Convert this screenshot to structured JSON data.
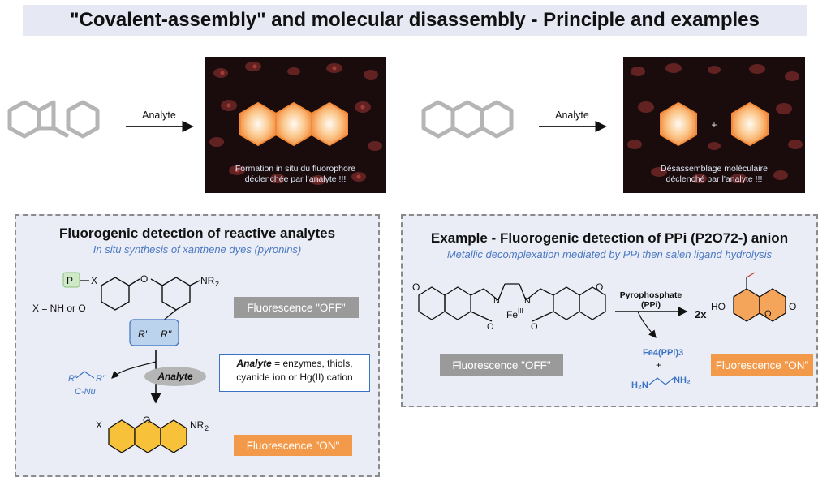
{
  "title": "\"Covalent-assembly\" and molecular disassembly - Principle and examples",
  "principle": {
    "left_arrow_label": "Analyte",
    "left_caption": [
      "Formation in situ du fluorophore",
      "déclenchée par l'analyte !!!"
    ],
    "right_arrow_label": "Analyte",
    "right_caption": [
      "Désassemblage moléculaire",
      "déclenché par l'analyte !!!"
    ]
  },
  "left_panel": {
    "title": "Fluorogenic detection of reactive analytes",
    "subtitle": "In situ synthesis of xanthene dyes (pyronins)",
    "x_def": "X = NH or O",
    "analyte_pill": "Analyte",
    "analyte_box_bold": "Analyte",
    "analyte_box_text1": " = enzymes, thiols,",
    "analyte_box_text2": "cyanide ion or Hg(II) cation",
    "fluor_off": "Fluorescence \"OFF\"",
    "fluor_on": "Fluorescence \"ON\"",
    "c_nu": "C-Nu"
  },
  "right_panel": {
    "title": "Example - Fluorogenic detection of PPi (P2O72-) anion",
    "subtitle": "Metallic decomplexation mediated by PPi then salen ligand hydrolysis",
    "reagent1": "Pyrophosphate",
    "reagent2": "(PPi)",
    "coef": "2x",
    "byproduct": "Fe4(PPi)3",
    "plus": "+",
    "fluor_off": "Fluorescence \"OFF\"",
    "fluor_on": "Fluorescence \"ON\""
  },
  "colors": {
    "title_bg": "#e6e9f4",
    "panel_bg": "#ebedf6",
    "off_badge": "#9a9a9a",
    "on_badge": "#f39a4a",
    "subtitle_blue": "#4a78c2",
    "fluorophore_orange": "#f5a55a",
    "xanthene_yellow": "#f7c23a"
  }
}
